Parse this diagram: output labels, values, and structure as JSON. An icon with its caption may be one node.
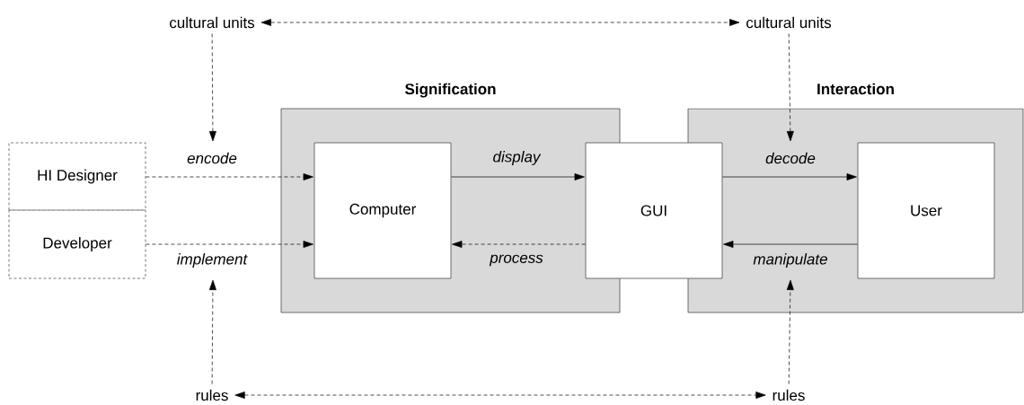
{
  "diagram": {
    "nodes": [
      {
        "text": [
          "cultural units"
        ]
      },
      {
        "text": [
          "cultural units"
        ]
      },
      {
        "text": [
          "Signification"
        ]
      },
      {
        "text": [
          "Interaction"
        ]
      },
      {
        "text": [
          "HI Designer"
        ]
      },
      {
        "text": [
          "Developer"
        ]
      },
      {
        "text": [
          "Computer"
        ],
        "in": 2
      },
      {
        "text": [
          "GUI"
        ]
      },
      {
        "text": [
          "User"
        ],
        "in": 3
      },
      {
        "text": [
          "rules"
        ]
      },
      {
        "text": [
          "rules"
        ]
      }
    ],
    "edges": [
      {
        "from": 0,
        "to": 1,
        "arrow": "both",
        "style": "dashed"
      },
      {
        "from": 0,
        "to": null,
        "arrow": "to",
        "style": "dashed"
      },
      {
        "from": 4,
        "to": 6,
        "label": "encode",
        "arrow": "to",
        "style": "dashed"
      },
      {
        "from": 5,
        "to": 6,
        "label": "implement",
        "arrow": "to",
        "style": "dashed"
      },
      {
        "from": 6,
        "to": 7,
        "label": "display",
        "arrow": "to"
      },
      {
        "from": 7,
        "to": 6,
        "label": "process",
        "arrow": "to",
        "style": "dashed"
      },
      {
        "from": 7,
        "to": 8,
        "label": "decode",
        "arrow": "to"
      },
      {
        "from": 8,
        "to": 7,
        "label": "manipulate",
        "arrow": "to"
      },
      {
        "from": 1,
        "to": null,
        "arrow": "to",
        "style": "dashed"
      },
      {
        "from": 9,
        "to": null,
        "arrow": "to",
        "style": "dashed"
      },
      {
        "from": 10,
        "to": null,
        "arrow": "to",
        "style": "dashed"
      },
      {
        "from": 9,
        "to": 10,
        "arrow": "both",
        "style": "dashed"
      }
    ]
  }
}
